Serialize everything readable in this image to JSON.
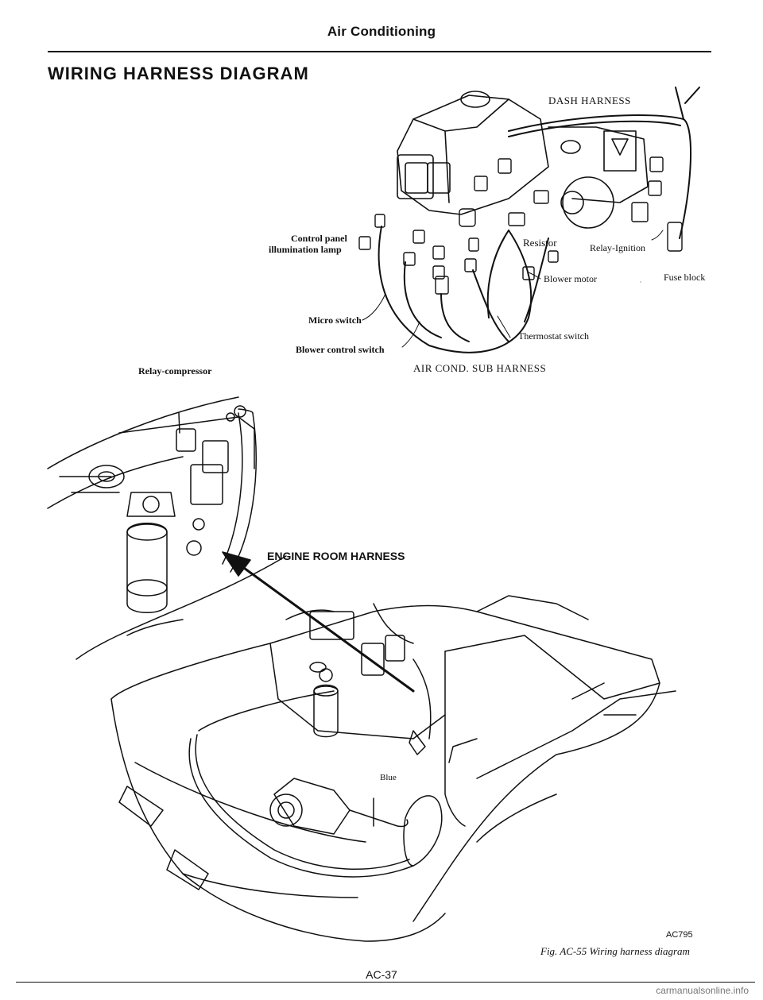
{
  "header": "Air Conditioning",
  "title": "WIRING HARNESS DIAGRAM",
  "labels": {
    "dash_harness": "DASH HARNESS",
    "control_panel_line1": "Control panel",
    "control_panel_line2": "illumination lamp",
    "resistor": "Resistor",
    "relay_ignition": "Relay-Ignition",
    "blower_motor": "Blower motor",
    "fuse_block": "Fuse block",
    "micro_switch": "Micro switch",
    "thermostat_switch": "Thermostat switch",
    "blower_control_switch": "Blower control switch",
    "relay_compressor": "Relay-compressor",
    "air_cond_sub_harness": "AIR COND. SUB HARNESS",
    "engine_room_harness": "ENGINE ROOM HARNESS",
    "blue": "Blue"
  },
  "figure_code": "AC795",
  "caption": "Fig. AC-55  Wiring harness diagram",
  "page_number": "AC-37",
  "footer": "carmanualsonline.info"
}
